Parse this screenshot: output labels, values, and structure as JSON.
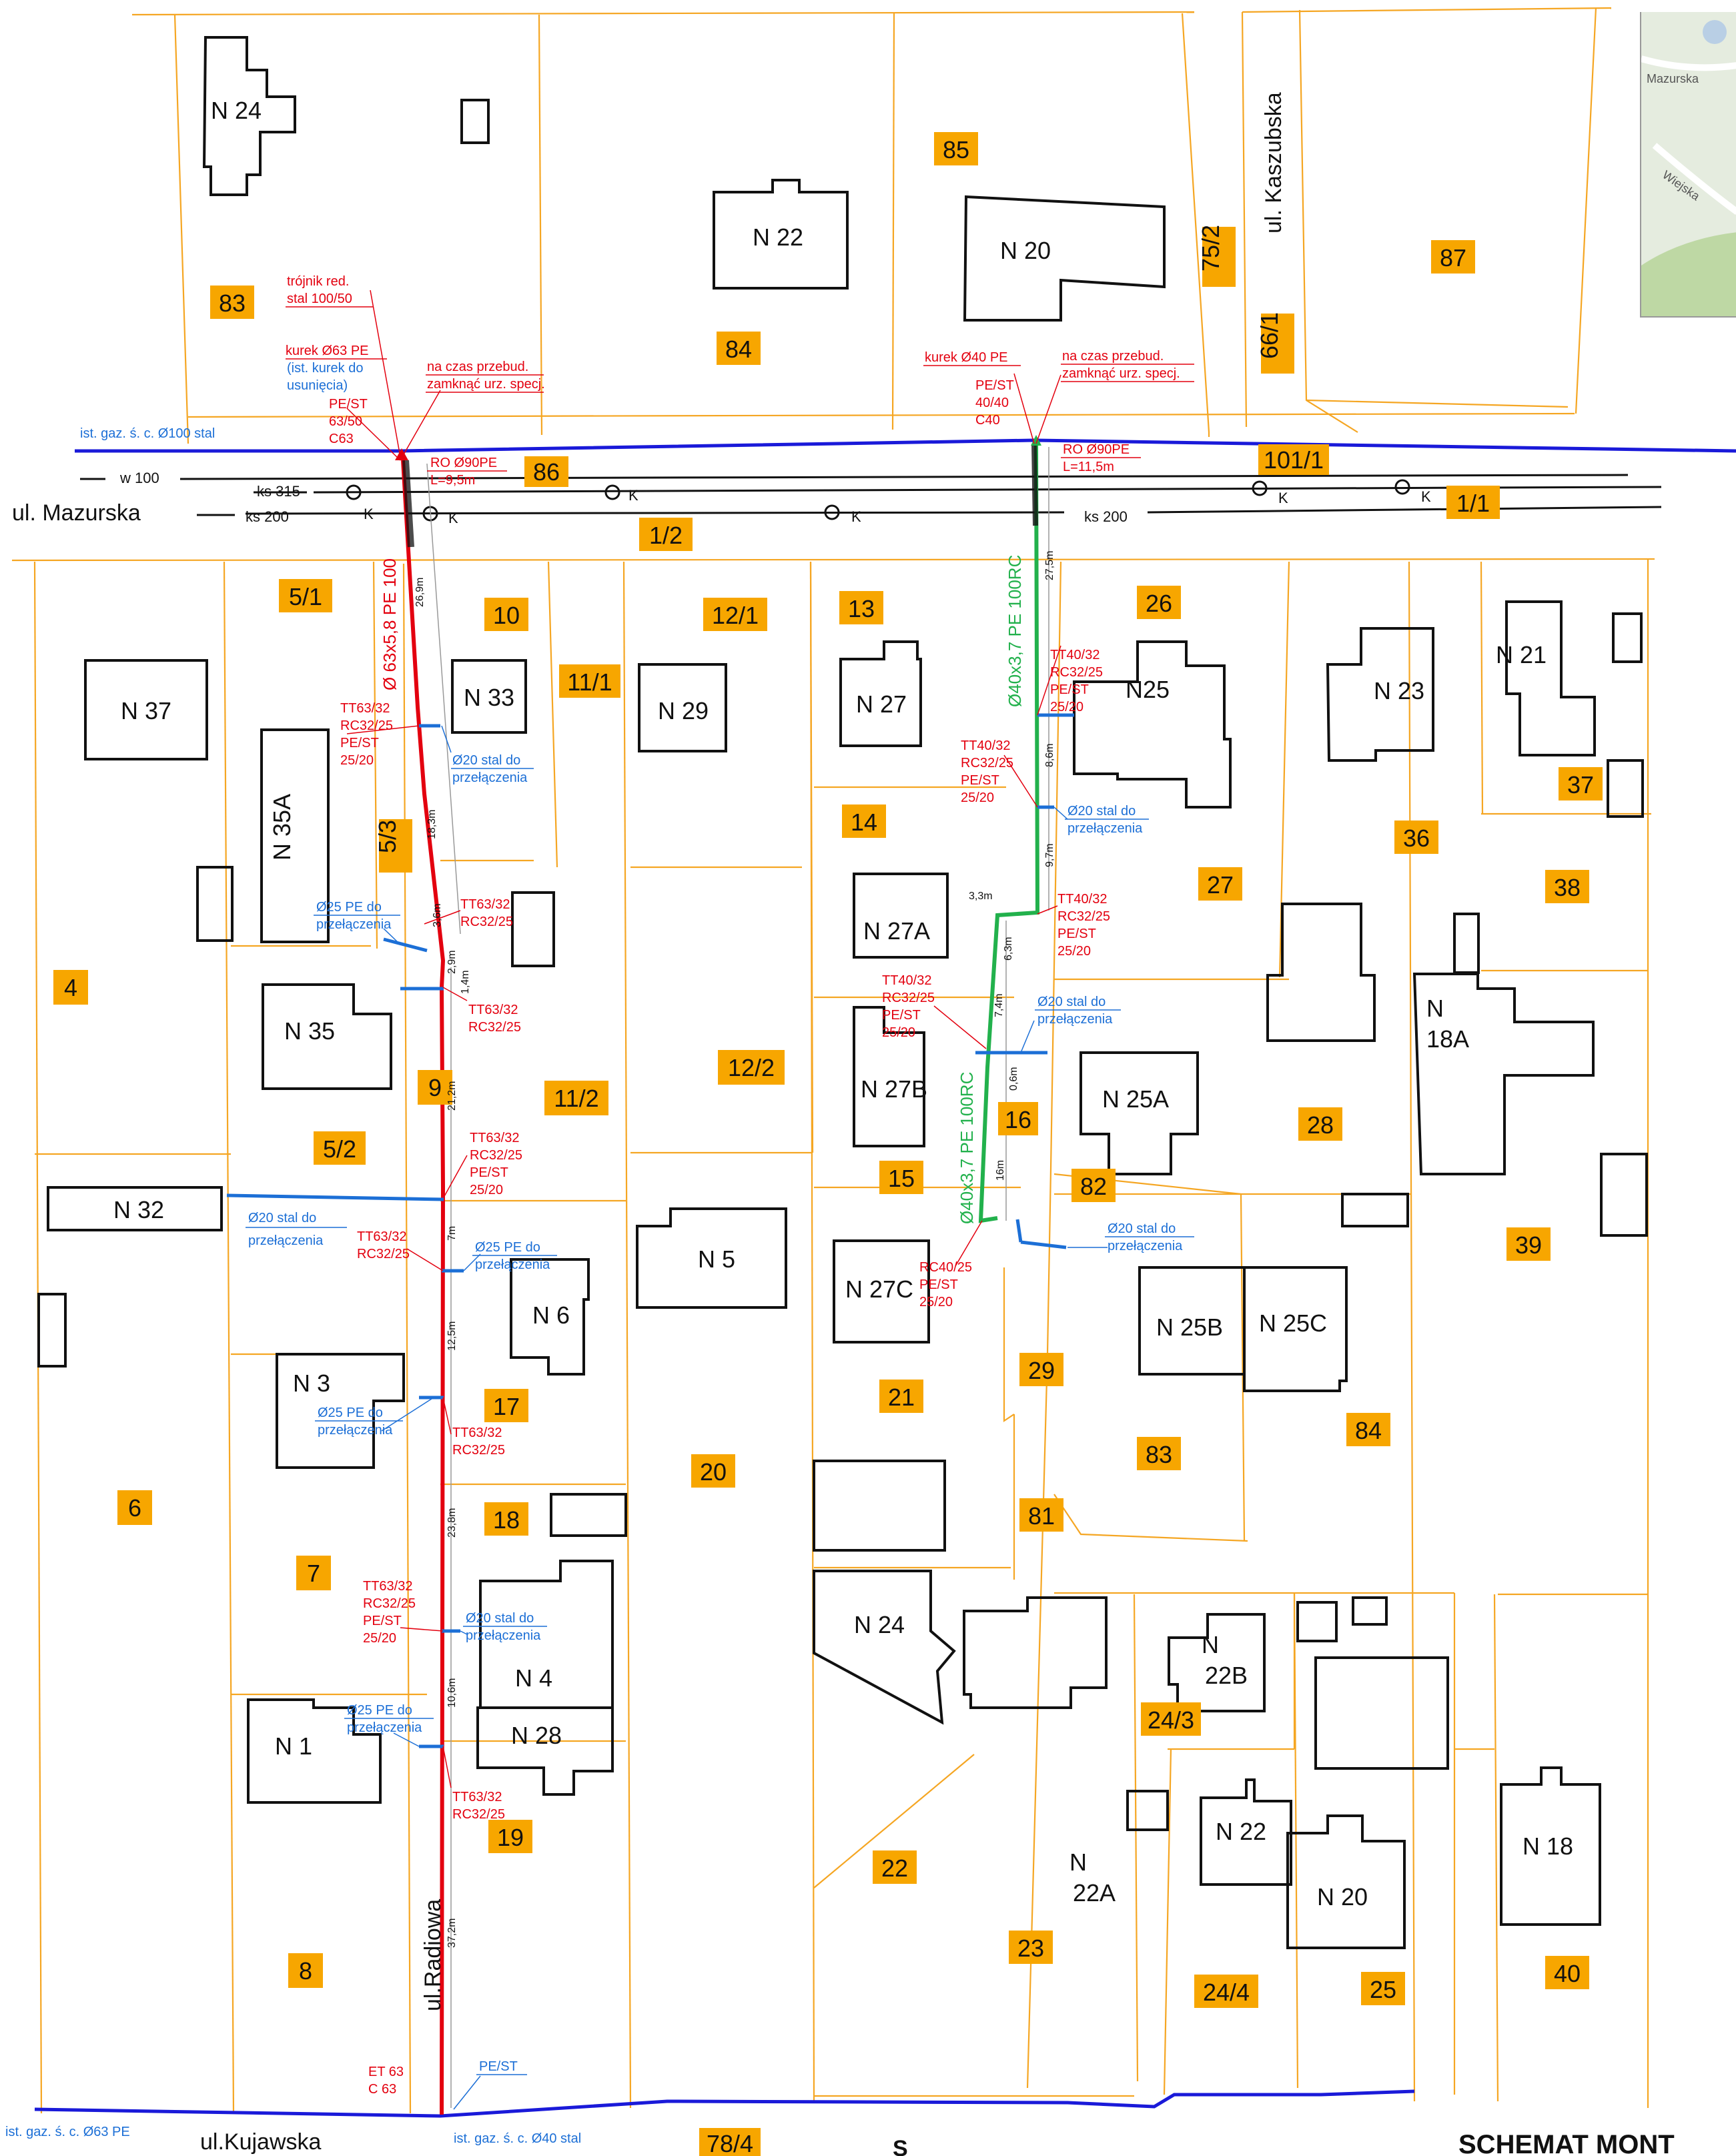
{
  "title": "SCHEMAT MONT",
  "streets": {
    "mazurska": "ul. Mazurska",
    "kaszubska": "ul. Kaszubska",
    "radiowa": "ul.Radiowa",
    "kujawska": "ul.Kujawska",
    "bottom_partial": "S"
  },
  "gas_mains": {
    "top": "ist. gaz. ś. c. Ø100 stal",
    "bottom_left": "ist. gaz. ś. c. Ø63 PE",
    "bottom_right": "ist. gaz. ś. c. Ø40 stal"
  },
  "utility_lines": {
    "w100": "w 100",
    "ks315": "ks 315",
    "ks200a": "ks 200",
    "ks200b": "ks 200",
    "k": "K"
  },
  "pipes": {
    "red_main": "Ø 63x5,8 PE 100",
    "green_top": "Ø40x3,7 PE 100RC",
    "green_bottom": "Ø40x3,7 PE 100RC",
    "ro_left_1": "RO Ø90PE",
    "ro_left_2": "L=9,5m",
    "ro_right_1": "RO Ø90PE",
    "ro_right_2": "L=11,5m"
  },
  "annotations_red": {
    "trojnik_1": "trójnik red.",
    "trojnik_2": "stal 100/50",
    "kurek63": "kurek Ø63 PE",
    "pest_1": "PE/ST",
    "pest_2": "63/50",
    "pest_3": "C63",
    "czas_l_1": "na czas przebud.",
    "czas_l_2": "zamknąć urz. specj.",
    "kurek40": "kurek Ø40 PE",
    "pest40_1": "PE/ST",
    "pest40_2": "40/40",
    "pest40_3": "C40",
    "czas_r_1": "na czas przebud.",
    "czas_r_2": "zamknąć urz. specj.",
    "tt63_1a": "TT63/32",
    "tt63_1b": "RC32/25",
    "tt63_1c": "PE/ST",
    "tt63_1d": "25/20",
    "tt63_2a": "TT63/32",
    "tt63_2b": "RC32/25",
    "tt63_3a": "TT63/32",
    "tt63_3b": "RC32/25",
    "tt63_4a": "TT63/32",
    "tt63_4b": "RC32/25",
    "tt63_4c": "PE/ST",
    "tt63_4d": "25/20",
    "tt63_5a": "TT63/32",
    "tt63_5b": "RC32/25",
    "tt63_6a": "TT63/32",
    "tt63_6b": "RC32/25",
    "tt63_7a": "TT63/32",
    "tt63_7b": "RC32/25",
    "tt63_7c": "PE/ST",
    "tt63_7d": "25/20",
    "tt63_8a": "TT63/32",
    "tt63_8b": "RC32/25",
    "et63_a": "ET 63",
    "et63_b": "C 63",
    "tt40_1a": "TT40/32",
    "tt40_1b": "RC32/25",
    "tt40_1c": "PE/ST",
    "tt40_1d": "25/20",
    "tt40_2a": "TT40/32",
    "tt40_2b": "RC32/25",
    "tt40_2c": "PE/ST",
    "tt40_2d": "25/20",
    "tt40_3a": "TT40/32",
    "tt40_3b": "RC32/25",
    "tt40_3c": "PE/ST",
    "tt40_3d": "25/20",
    "tt40_4a": "TT40/32",
    "tt40_4b": "RC32/25",
    "tt40_4c": "PE/ST",
    "tt40_4d": "25/20",
    "rc40_a": "RC40/25",
    "rc40_b": "PE/ST",
    "rc40_c": "25/20"
  },
  "annotations_blue": {
    "ist_kurek_1": "(ist. kurek do",
    "ist_kurek_2": "usunięcia)",
    "s20_1a": "Ø20 stal do",
    "s20_1b": "przełączenia",
    "pe25_1a": "Ø25 PE do",
    "pe25_1b": "przełączenia",
    "s20_big_a": "Ø20 stal do",
    "s20_big_b": "przełączenia",
    "pe25_2a": "Ø25 PE do",
    "pe25_2b": "przełączenia",
    "pe25_3a": "Ø25 PE do",
    "pe25_3b": "przełączenia",
    "s20_2a": "Ø20 stal do",
    "s20_2b": "przełączenia",
    "pe25_4a": "Ø25 PE do",
    "pe25_4b": "przełączenia",
    "s20_r1a": "Ø20 stal do",
    "s20_r1b": "przełączenia",
    "s20_r2a": "Ø20 stal do",
    "s20_r2b": "przełączenia",
    "s20_r3a": "Ø20 stal do",
    "s20_r3b": "przełączenia",
    "pest_bottom": "PE/ST"
  },
  "dimensions": {
    "d269": "26,9m",
    "d183": "18,3m",
    "d36": "3,6m",
    "d29": "2,9m",
    "d14": "1,4m",
    "d212": "21,2m",
    "d7": "7m",
    "d125": "12,5m",
    "d238": "23,8m",
    "d106": "10,6m",
    "d372": "37,2m",
    "d275": "27,5m",
    "d86": "8,6m",
    "d97": "9,7m",
    "d33": "3,3m",
    "d63": "6,3m",
    "d74": "7,4m",
    "d06": "0,6m",
    "d16": "16m"
  },
  "plots": [
    "83",
    "84",
    "85",
    "75/2",
    "66/1",
    "87",
    "86",
    "101/1",
    "1/2",
    "1/1",
    "5/1",
    "10",
    "11/1",
    "12/1",
    "13",
    "26",
    "37",
    "5/3",
    "14",
    "36",
    "27",
    "38",
    "4",
    "9",
    "11/2",
    "12/2",
    "16",
    "15",
    "28",
    "5/2",
    "82",
    "39",
    "17",
    "29",
    "21",
    "84",
    "83",
    "18",
    "20",
    "81",
    "6",
    "7",
    "24/3",
    "19",
    "22",
    "23",
    "24/4",
    "25",
    "8",
    "40",
    "78/4"
  ],
  "buildings": [
    "N 24",
    "N 22",
    "N 20",
    "N 37",
    "N 33",
    "N 29",
    "N 27",
    "N25",
    "N 23",
    "N 21",
    "N 35A",
    "N 27A",
    "N 35",
    "N 27B",
    "N 25A",
    "N 18A",
    "N 32",
    "N 5",
    "N 6",
    "N 27C",
    "N 25B",
    "N 25C",
    "N 3",
    "N 4",
    "N 28",
    "N 24",
    "N 22B",
    "N 1",
    "N 22",
    "N 22A",
    "N 20",
    "N 18"
  ],
  "inset": {
    "label1": "Mazurska",
    "label2": "Wiejska"
  }
}
